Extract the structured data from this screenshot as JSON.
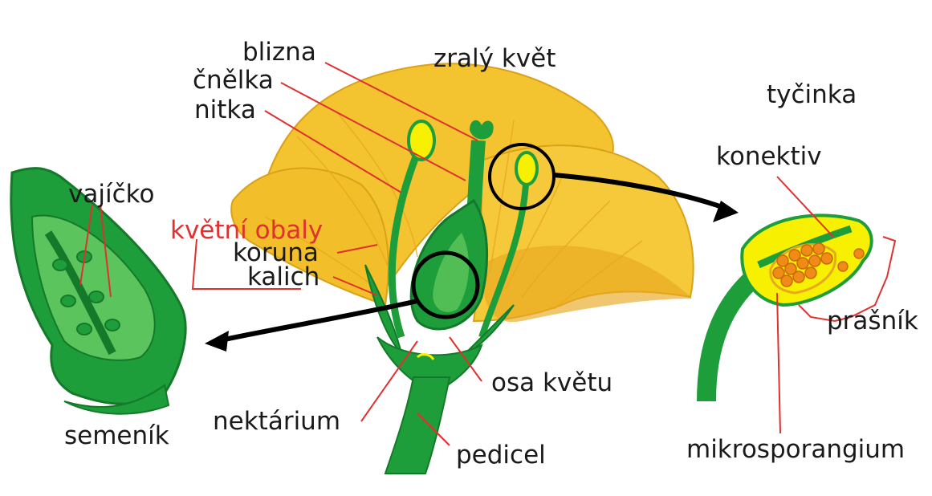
{
  "labels": {
    "blizna": "blizna",
    "cnelka": "čnělka",
    "nitka": "nitka",
    "zraly_kvet": "zralý květ",
    "tycinka": "tyčinka",
    "konektiv": "konektiv",
    "vajicko": "vajíčko",
    "kvetni_obaly": "květní obaly",
    "koruna": "koruna",
    "kalich": "kalich",
    "prasnik": "prašník",
    "osa_kvetu": "osa květu",
    "nektarium": "nektárium",
    "semenik": "semeník",
    "pedicel": "pedicel",
    "mikrosporangium": "mikrosporangium"
  },
  "colors": {
    "petal": "#f4c430",
    "petal_dark": "#e8a820",
    "green": "#1e9e3a",
    "green_dark": "#147a2a",
    "green_light": "#5cc45c",
    "yellow": "#f7f000",
    "orange": "#f08a18",
    "leader": "#e03030"
  }
}
